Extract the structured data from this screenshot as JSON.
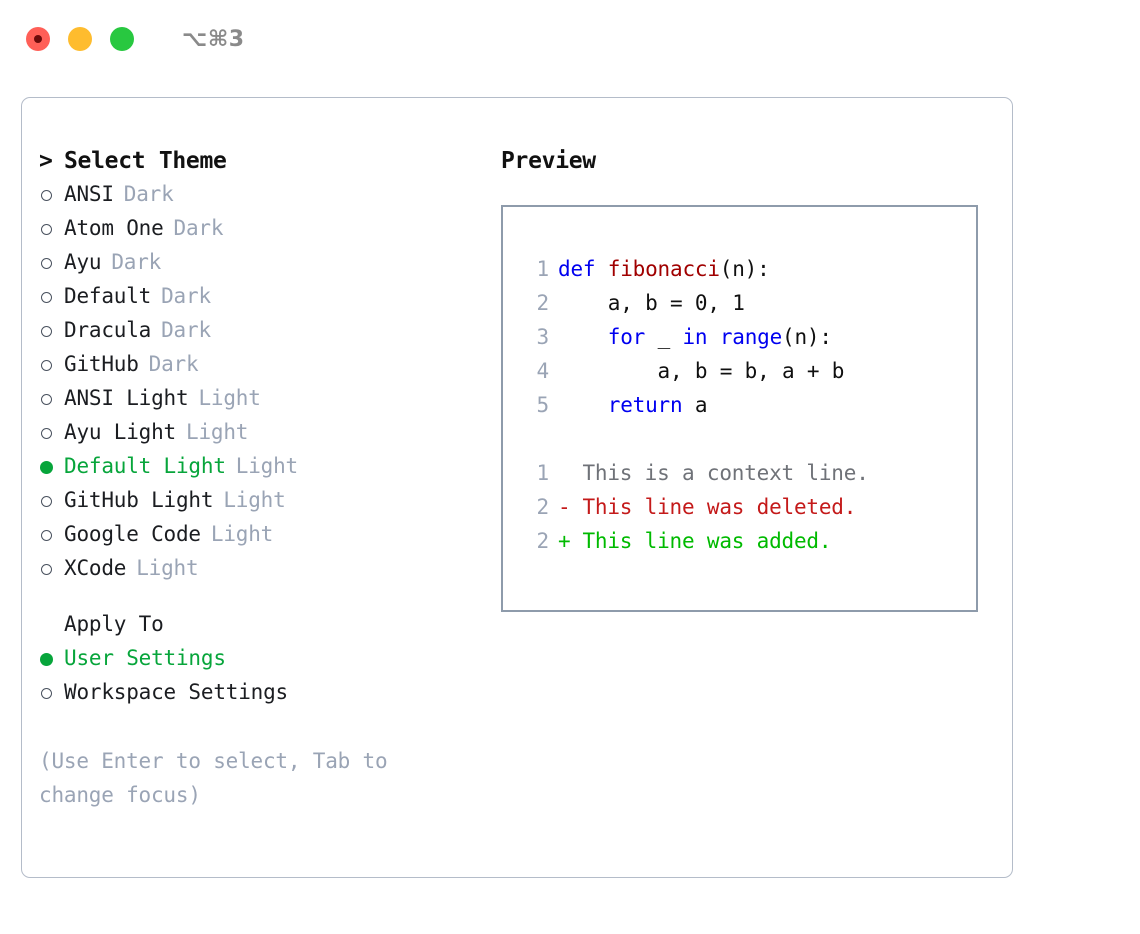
{
  "titlebar": {
    "shortcut": "⌥⌘3",
    "buttons": [
      {
        "name": "close",
        "color": "#ff5f57"
      },
      {
        "name": "minimize",
        "color": "#febc2e"
      },
      {
        "name": "maximize",
        "color": "#28c840"
      }
    ]
  },
  "theme_picker": {
    "heading": "Select Theme",
    "caret": ">",
    "radio_on_glyph": "",
    "radio_off_glyph": "",
    "items": [
      {
        "label": "ANSI",
        "tag": "Dark",
        "selected": false
      },
      {
        "label": "Atom One",
        "tag": "Dark",
        "selected": false
      },
      {
        "label": "Ayu",
        "tag": "Dark",
        "selected": false
      },
      {
        "label": "Default",
        "tag": "Dark",
        "selected": false
      },
      {
        "label": "Dracula",
        "tag": "Dark",
        "selected": false
      },
      {
        "label": "GitHub",
        "tag": "Dark",
        "selected": false
      },
      {
        "label": "ANSI Light",
        "tag": "Light",
        "selected": false
      },
      {
        "label": "Ayu Light",
        "tag": "Light",
        "selected": false
      },
      {
        "label": "Default Light",
        "tag": "Light",
        "selected": true
      },
      {
        "label": "GitHub Light",
        "tag": "Light",
        "selected": false
      },
      {
        "label": "Google Code",
        "tag": "Light",
        "selected": false
      },
      {
        "label": "XCode",
        "tag": "Light",
        "selected": false
      }
    ]
  },
  "apply_to": {
    "heading": "Apply To",
    "items": [
      {
        "label": "User Settings",
        "selected": true
      },
      {
        "label": "Workspace Settings",
        "selected": false
      }
    ]
  },
  "hint": "(Use Enter to select, Tab to change focus)",
  "preview": {
    "title": "Preview",
    "code_lines": [
      {
        "num": "1",
        "tokens": [
          {
            "t": "def ",
            "c": "kw"
          },
          {
            "t": "fibonacci",
            "c": "fn"
          },
          {
            "t": "(n):",
            "c": "plain"
          }
        ]
      },
      {
        "num": "2",
        "tokens": [
          {
            "t": "    a, b = 0, 1",
            "c": "plain"
          }
        ]
      },
      {
        "num": "3",
        "tokens": [
          {
            "t": "    ",
            "c": "plain"
          },
          {
            "t": "for",
            "c": "kw"
          },
          {
            "t": " _ ",
            "c": "plain"
          },
          {
            "t": "in",
            "c": "kw"
          },
          {
            "t": " ",
            "c": "plain"
          },
          {
            "t": "range",
            "c": "kw"
          },
          {
            "t": "(n):",
            "c": "plain"
          }
        ]
      },
      {
        "num": "4",
        "tokens": [
          {
            "t": "        a, b = b, a + b",
            "c": "plain"
          }
        ]
      },
      {
        "num": "5",
        "tokens": [
          {
            "t": "    ",
            "c": "plain"
          },
          {
            "t": "return",
            "c": "kw"
          },
          {
            "t": " a",
            "c": "plain"
          }
        ]
      }
    ],
    "diff_lines": [
      {
        "num": "1",
        "mark": " ",
        "text": " This is a context line.",
        "kind": "context"
      },
      {
        "num": "2",
        "mark": "-",
        "text": " This line was deleted.",
        "kind": "deleted"
      },
      {
        "num": "2",
        "mark": "+",
        "text": " This line was added.",
        "kind": "added"
      }
    ]
  },
  "colors": {
    "accent_green": "#07a53b",
    "muted": "#9aa4b5",
    "keyword_blue": "#0000f0",
    "function_red": "#a00000",
    "diff_deleted": "#c41a1a",
    "diff_added": "#00ba00",
    "panel_border": "#b4bcc9",
    "preview_border": "#8e9bab"
  }
}
